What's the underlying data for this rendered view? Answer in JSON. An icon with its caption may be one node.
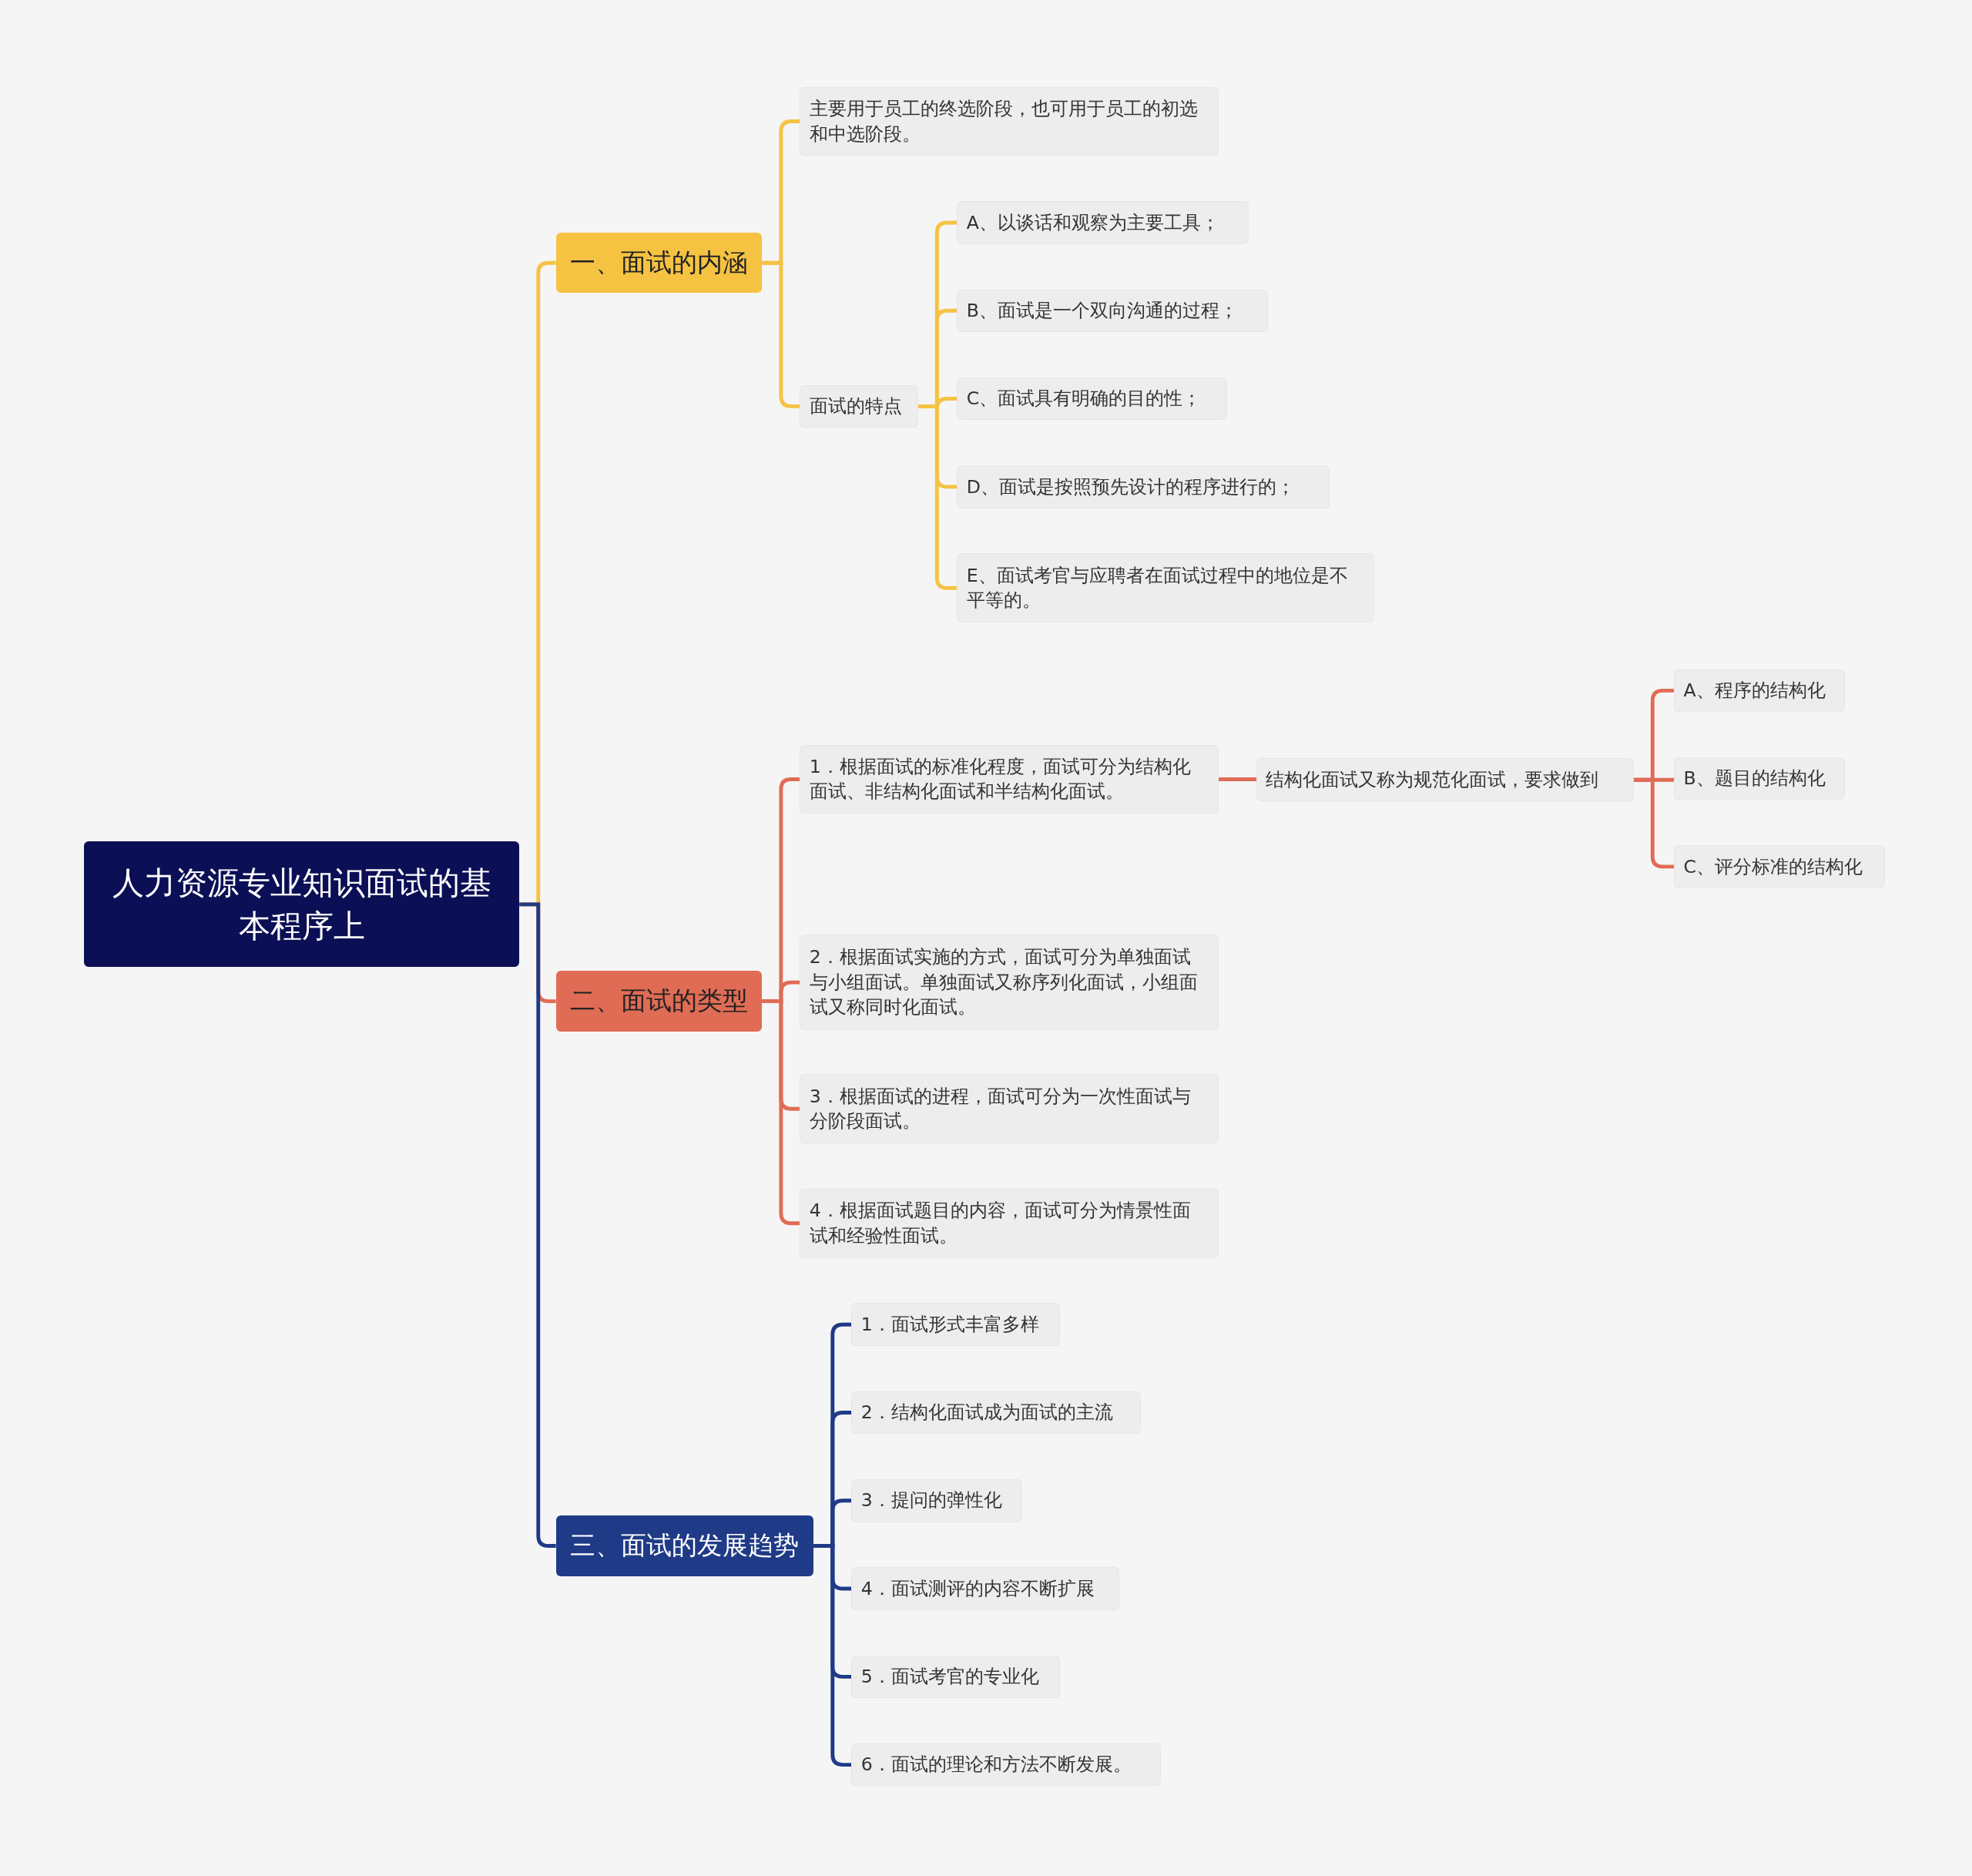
{
  "diagram": {
    "nodes": [
      {
        "text": [
          "人力资源专业知识面试的基本程序上"
        ]
      },
      {
        "text": [
          "一、面试的内涵"
        ]
      },
      {
        "text": [
          "主要用于员工的终选阶段，也可用于员工的初选和中选阶段。"
        ]
      },
      {
        "text": [
          "面试的特点"
        ]
      },
      {
        "text": [
          "A、以谈话和观察为主要工具；"
        ]
      },
      {
        "text": [
          "B、面试是一个双向沟通的过程；"
        ]
      },
      {
        "text": [
          "C、面试具有明确的目的性；"
        ]
      },
      {
        "text": [
          "D、面试是按照预先设计的程序进行的；"
        ]
      },
      {
        "text": [
          "E、面试考官与应聘者在面试过程中的地位是不平等的。"
        ]
      },
      {
        "text": [
          "二、面试的类型"
        ]
      },
      {
        "text": [
          "1．根据面试的标准化程度，面试可分为结构化面试、非结构化面试和半结构化面试。"
        ]
      },
      {
        "text": [
          "结构化面试又称为规范化面试，要求做到"
        ]
      },
      {
        "text": [
          "A、程序的结构化"
        ]
      },
      {
        "text": [
          "B、题目的结构化"
        ]
      },
      {
        "text": [
          "C、评分标准的结构化"
        ]
      },
      {
        "text": [
          "2．根据面试实施的方式，面试可分为单独面试与小组面试。单独面试又称序列化面试，小组面试又称同时化面试。"
        ]
      },
      {
        "text": [
          "3．根据面试的进程，面试可分为一次性面试与分阶段面试。"
        ]
      },
      {
        "text": [
          "4．根据面试题目的内容，面试可分为情景性面试和经验性面试。"
        ]
      },
      {
        "text": [
          "三、面试的发展趋势"
        ]
      },
      {
        "text": [
          "1．面试形式丰富多样"
        ]
      },
      {
        "text": [
          "2．结构化面试成为面试的主流"
        ]
      },
      {
        "text": [
          "3．提问的弹性化"
        ]
      },
      {
        "text": [
          "4．面试测评的内容不断扩展"
        ]
      },
      {
        "text": [
          "5．面试考官的专业化"
        ]
      },
      {
        "text": [
          "6．面试的理论和方法不断发展。"
        ]
      }
    ],
    "edges": [
      {
        "from": 0,
        "to": 1,
        "arrow": "none",
        "color": "#f5c242"
      },
      {
        "from": 0,
        "to": 9,
        "arrow": "none",
        "color": "#e06c55"
      },
      {
        "from": 0,
        "to": 18,
        "arrow": "none",
        "color": "#1f3a86"
      },
      {
        "from": 1,
        "to": 2,
        "arrow": "none",
        "color": "#f5c242"
      },
      {
        "from": 1,
        "to": 3,
        "arrow": "none",
        "color": "#f5c242"
      },
      {
        "from": 3,
        "to": 4,
        "arrow": "none",
        "color": "#f5c242"
      },
      {
        "from": 3,
        "to": 5,
        "arrow": "none",
        "color": "#f5c242"
      },
      {
        "from": 3,
        "to": 6,
        "arrow": "none",
        "color": "#f5c242"
      },
      {
        "from": 3,
        "to": 7,
        "arrow": "none",
        "color": "#f5c242"
      },
      {
        "from": 3,
        "to": 8,
        "arrow": "none",
        "color": "#f5c242"
      },
      {
        "from": 9,
        "to": 10,
        "arrow": "none",
        "color": "#e06c55"
      },
      {
        "from": 9,
        "to": 15,
        "arrow": "none",
        "color": "#e06c55"
      },
      {
        "from": 9,
        "to": 16,
        "arrow": "none",
        "color": "#e06c55"
      },
      {
        "from": 9,
        "to": 17,
        "arrow": "none",
        "color": "#e06c55"
      },
      {
        "from": 10,
        "to": 11,
        "arrow": "none",
        "color": "#e06c55"
      },
      {
        "from": 11,
        "to": 12,
        "arrow": "none",
        "color": "#e06c55"
      },
      {
        "from": 11,
        "to": 13,
        "arrow": "none",
        "color": "#e06c55"
      },
      {
        "from": 11,
        "to": 14,
        "arrow": "none",
        "color": "#e06c55"
      },
      {
        "from": 18,
        "to": 19,
        "arrow": "none",
        "color": "#1f3a86"
      },
      {
        "from": 18,
        "to": 20,
        "arrow": "none",
        "color": "#1f3a86"
      },
      {
        "from": 18,
        "to": 21,
        "arrow": "none",
        "color": "#1f3a86"
      },
      {
        "from": 18,
        "to": 22,
        "arrow": "none",
        "color": "#1f3a86"
      },
      {
        "from": 18,
        "to": 23,
        "arrow": "none",
        "color": "#1f3a86"
      },
      {
        "from": 18,
        "to": 24,
        "arrow": "none",
        "color": "#1f3a86"
      }
    ]
  }
}
